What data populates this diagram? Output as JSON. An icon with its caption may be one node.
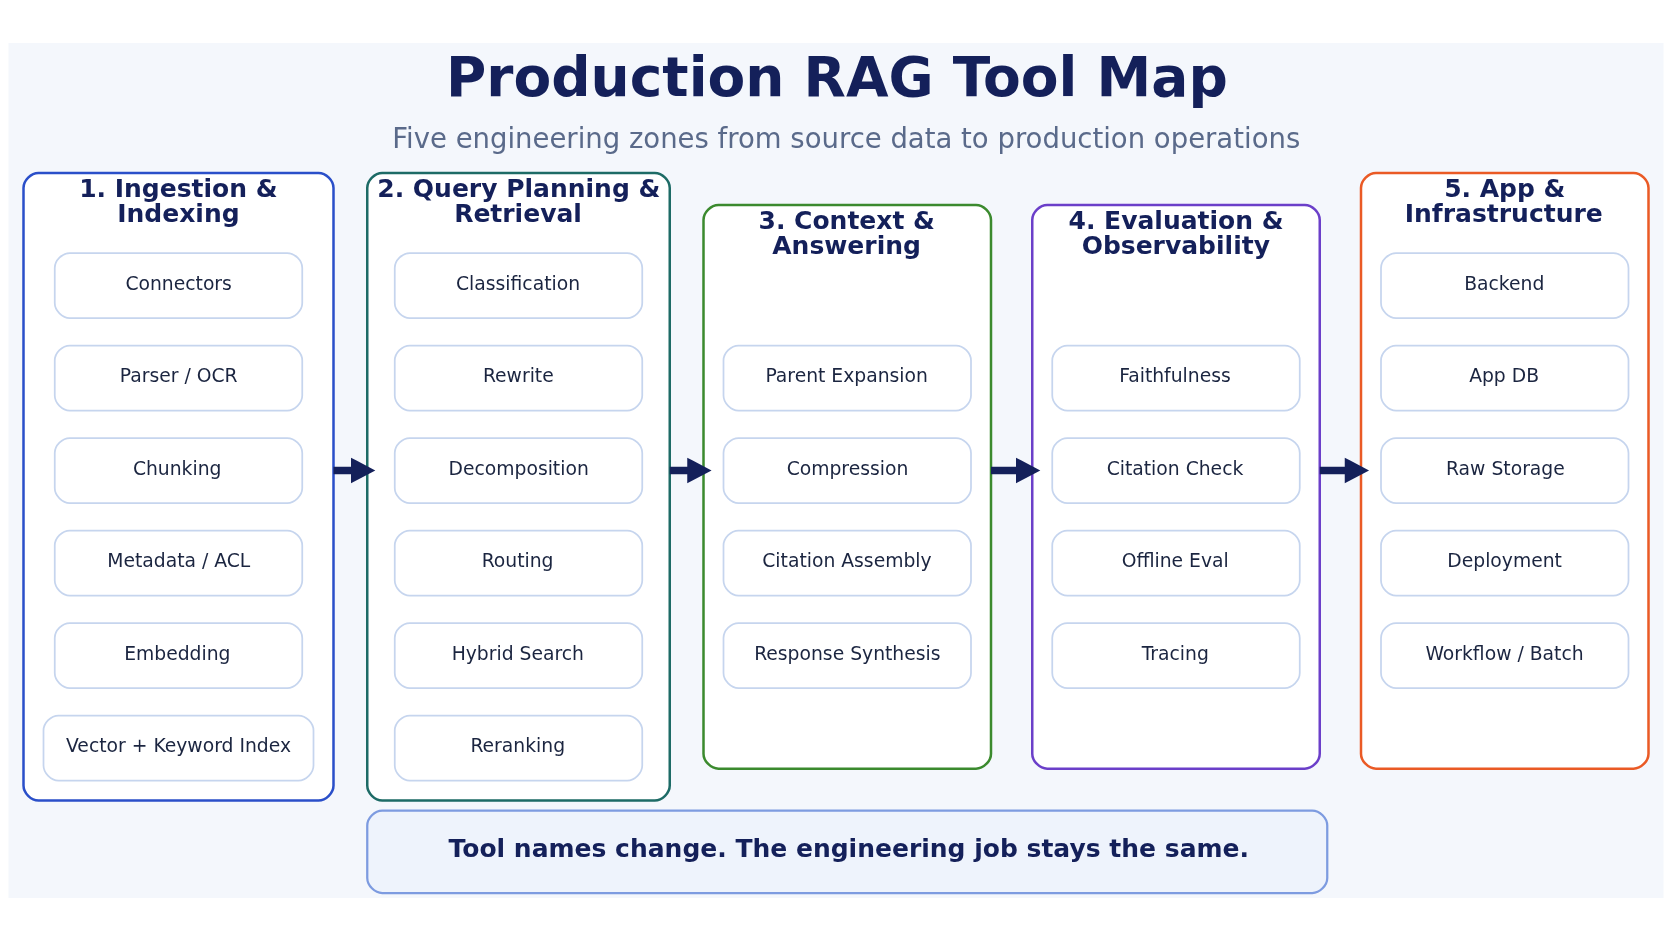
{
  "diagram": {
    "title": "Production RAG Tool Map",
    "nodes": [
      {
        "text": [
          "1. Ingestion & Indexing"
        ]
      },
      {
        "text": [
          "Connectors"
        ],
        "in": 0
      },
      {
        "text": [
          "Parser / OCR"
        ],
        "in": 0
      },
      {
        "text": [
          "Chunking"
        ],
        "in": 0
      },
      {
        "text": [
          "Metadata / ACL"
        ],
        "in": 0
      },
      {
        "text": [
          "Embedding"
        ],
        "in": 0
      },
      {
        "text": [
          "Vector + Keyword Index"
        ],
        "in": 0
      },
      {
        "text": [
          "2. Query Planning & Retrieval"
        ]
      },
      {
        "text": [
          "Classification"
        ],
        "in": 7
      },
      {
        "text": [
          "Rewrite"
        ],
        "in": 7
      },
      {
        "text": [
          "Decomposition"
        ],
        "in": 7
      },
      {
        "text": [
          "Routing"
        ],
        "in": 7
      },
      {
        "text": [
          "Hybrid Search"
        ],
        "in": 7
      },
      {
        "text": [
          "Reranking"
        ],
        "in": 7
      },
      {
        "text": [
          "3. Context & Answering"
        ]
      },
      {
        "text": [
          "Parent Expansion"
        ],
        "in": 14
      },
      {
        "text": [
          "Compression"
        ],
        "in": 14
      },
      {
        "text": [
          "Citation Assembly"
        ],
        "in": 14
      },
      {
        "text": [
          "Response Synthesis"
        ],
        "in": 14
      },
      {
        "text": [
          "4. Evaluation & Observability"
        ]
      },
      {
        "text": [
          "Faithfulness"
        ],
        "in": 19
      },
      {
        "text": [
          "Citation Check"
        ],
        "in": 19
      },
      {
        "text": [
          "Offline Eval"
        ],
        "in": 19
      },
      {
        "text": [
          "Tracing"
        ],
        "in": 19
      },
      {
        "text": [
          "5. App & Infrastructure"
        ]
      },
      {
        "text": [
          "Backend"
        ],
        "in": 24
      },
      {
        "text": [
          "App DB"
        ],
        "in": 24
      },
      {
        "text": [
          "Raw Storage"
        ],
        "in": 24
      },
      {
        "text": [
          "Deployment"
        ],
        "in": 24
      },
      {
        "text": [
          "Workflow / Batch"
        ],
        "in": 24
      },
      {
        "text": [
          "Tool names change. The engineering job stays the same."
        ]
      }
    ],
    "edges": [
      {
        "from": 0,
        "to": 7,
        "arrow": "to"
      },
      {
        "from": 7,
        "to": 14,
        "arrow": "to"
      },
      {
        "from": 14,
        "to": 19,
        "arrow": "to"
      },
      {
        "from": 19,
        "to": 24,
        "arrow": "to"
      }
    ],
    "labels": [
      "Five engineering zones from source data to production operations"
    ]
  }
}
